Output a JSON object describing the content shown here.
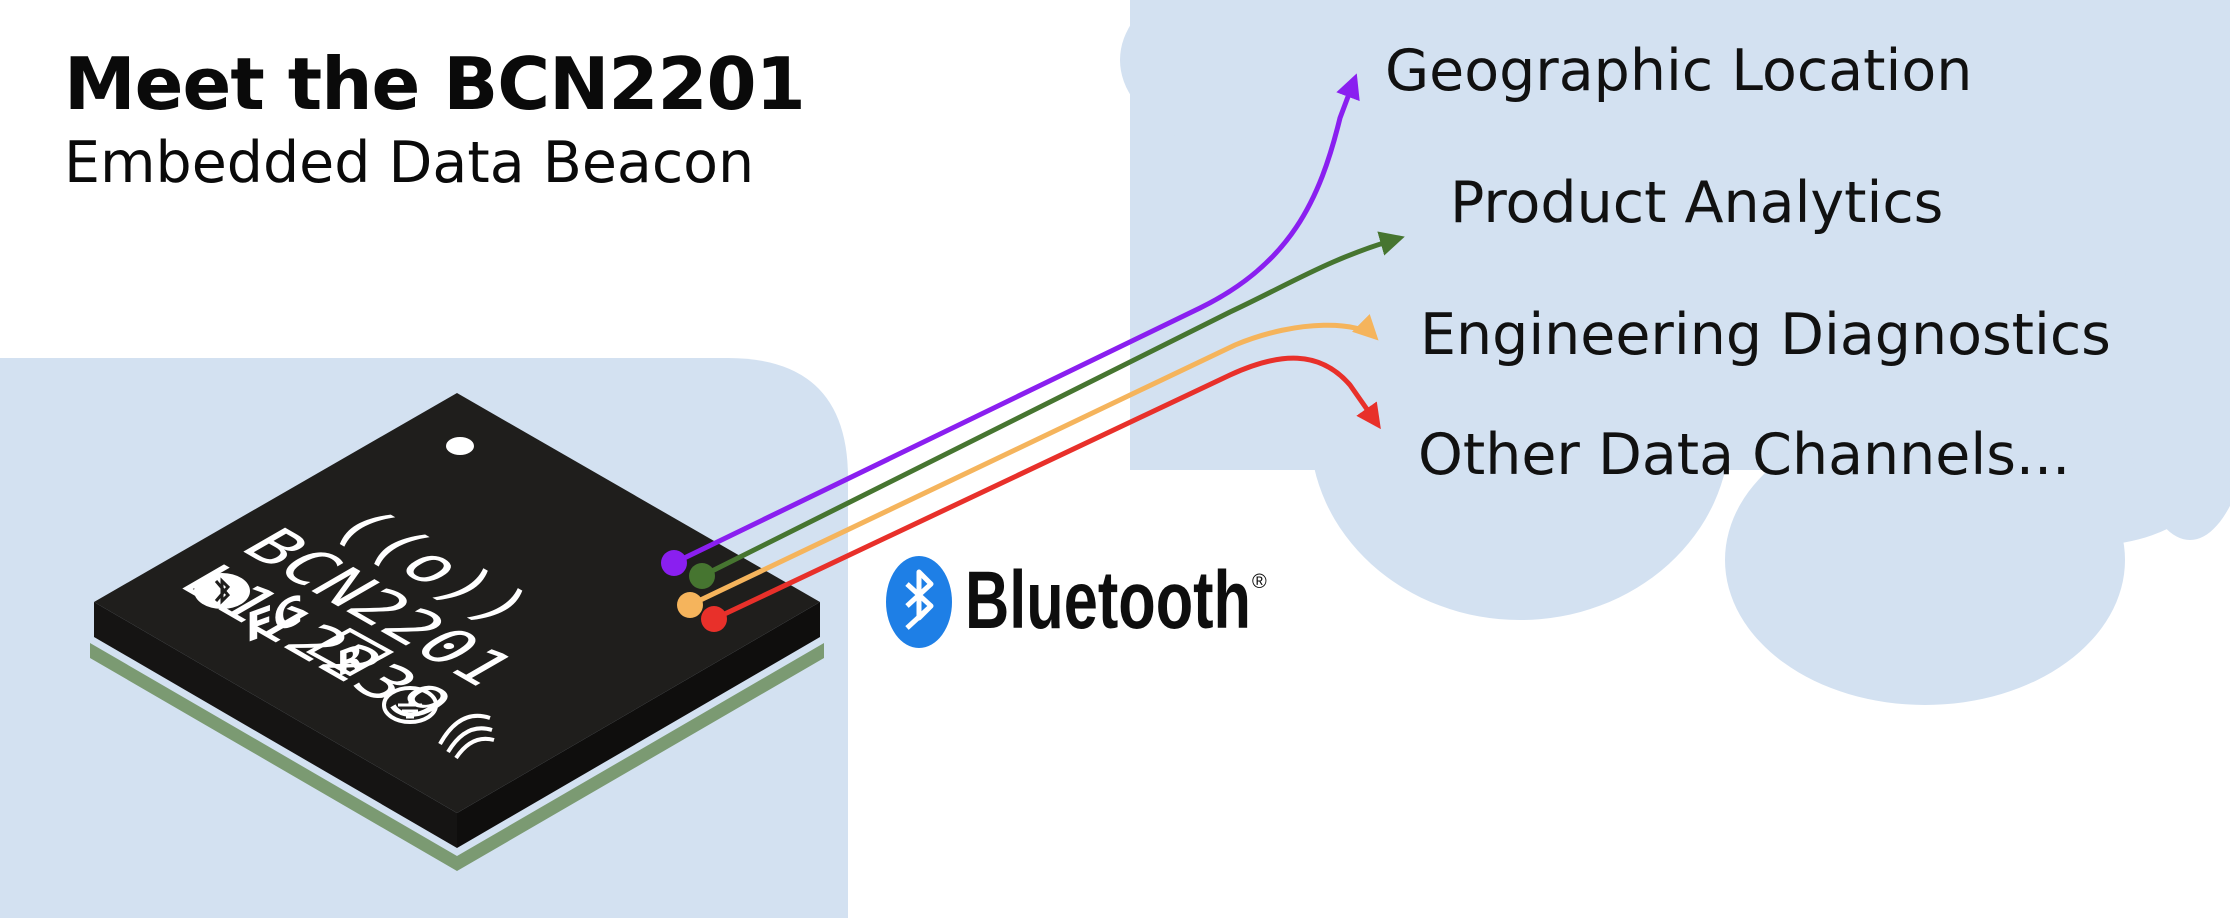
{
  "title": "Meet the BCN2201",
  "subtitle": "Embedded Data Beacon",
  "chip": {
    "wireless_symbol": "((o))",
    "model": "BCN2201",
    "lot": "L112239",
    "marks": [
      "bluetooth-mark",
      "fcc-mark",
      "r-mark",
      "ground-mark",
      "ic-mark"
    ]
  },
  "bluetooth_logo": {
    "text": "Bluetooth",
    "trademark": "®",
    "color": "#1e7fe6"
  },
  "channels": [
    {
      "label": "Geographic Location",
      "color": "#8a1ff0"
    },
    {
      "label": "Product Analytics",
      "color": "#467530"
    },
    {
      "label": "Engineering Diagnostics",
      "color": "#f5b45c"
    },
    {
      "label": "Other Data Channels...",
      "color": "#e8302a"
    }
  ],
  "colors": {
    "panel": "#d3e1f1",
    "chip_top": "#1f1e1c",
    "chip_side": "#141312",
    "chip_base": "#7b9a72"
  }
}
